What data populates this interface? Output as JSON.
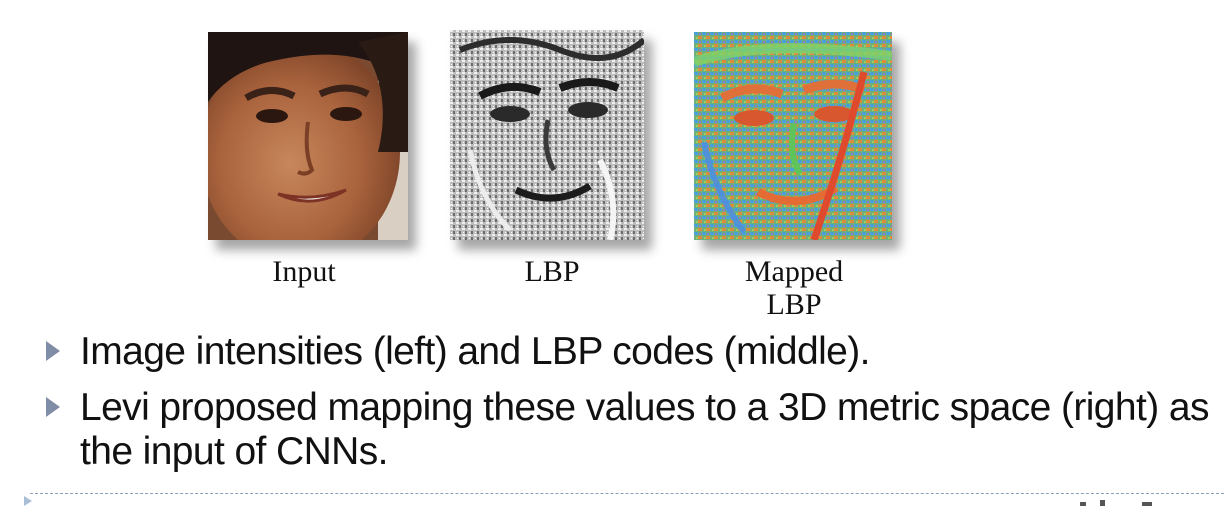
{
  "figure": {
    "captions": {
      "input": "Input",
      "lbp": "LBP",
      "mapped_lbp_line1": "Mapped",
      "mapped_lbp_line2": "LBP"
    }
  },
  "bullets": [
    {
      "text": "Image intensities (left) and LBP codes (middle)."
    },
    {
      "text": "Levi proposed mapping these values to a 3D metric space (right) as the input of CNNs."
    }
  ]
}
